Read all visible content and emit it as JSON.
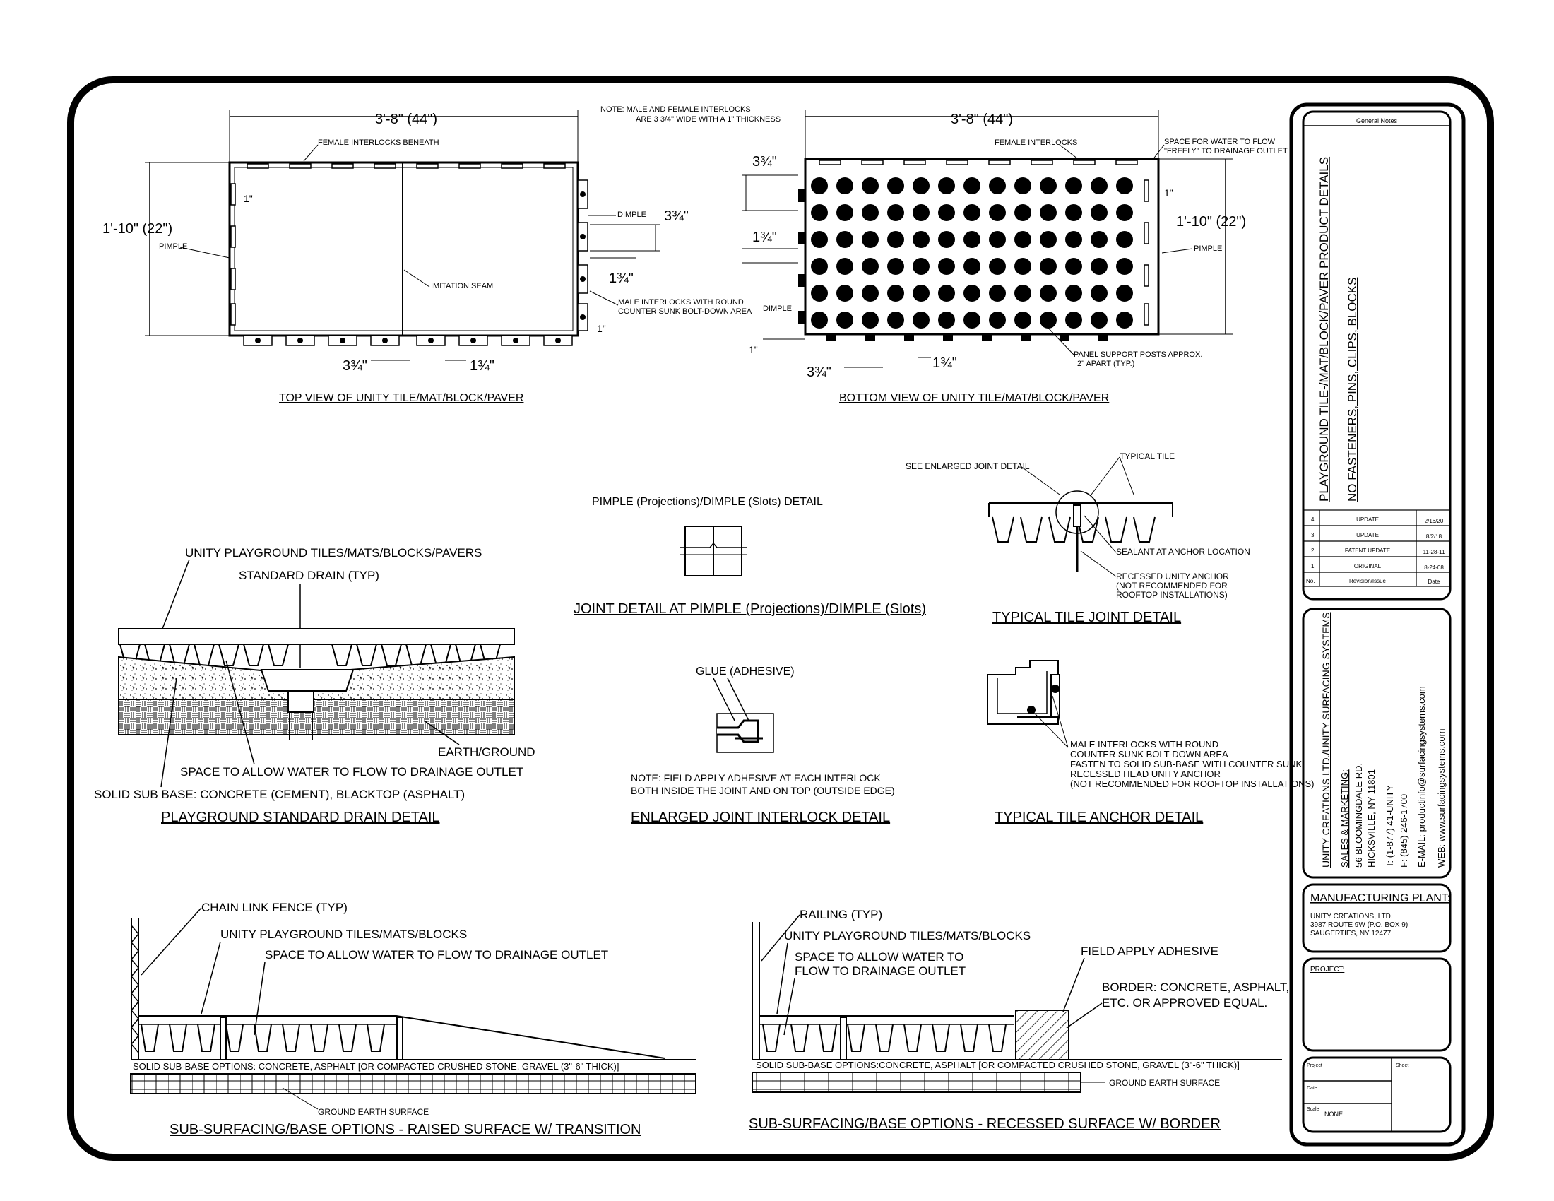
{
  "top_view": {
    "dim_width": "3'-8\" (44\")",
    "dim_height": "1'-10\" (22\")",
    "note1": "NOTE: MALE AND FEMALE INTERLOCKS",
    "note2": "ARE 3 3/4\" WIDE WITH A 1\" THICKNESS",
    "female": "FEMALE INTERLOCKS BENEATH",
    "pimple": "PIMPLE",
    "dimple": "DIMPLE",
    "imitation": "IMITATION SEAM",
    "male1": "MALE INTERLOCKS WITH ROUND",
    "male2": "COUNTER SUNK BOLT-DOWN AREA",
    "one_inch": "1\"",
    "three_q": "3¾\"",
    "one_q": "1¾\"",
    "title": "TOP VIEW OF UNITY TILE/MAT/BLOCK/PAVER"
  },
  "bottom_view": {
    "dim_width": "3'-8\" (44\")",
    "dim_height": "1'-10\" (22\")",
    "female": "FEMALE INTERLOCKS",
    "space1": "SPACE FOR WATER TO FLOW",
    "space2": "\"FREELY\" TO DRAINAGE OUTLET",
    "pimple": "PIMPLE",
    "dimple": "DIMPLE",
    "posts1": "PANEL SUPPORT POSTS APPROX.",
    "posts2": "2\" APART (TYP.)",
    "one_inch": "1\"",
    "three_q": "3¾\"",
    "one_q": "1¾\"",
    "title": "BOTTOM VIEW OF UNITY TILE/MAT/BLOCK/PAVER"
  },
  "joint_detail": {
    "label": "PIMPLE (Projections)/DIMPLE (Slots) DETAIL",
    "title": "JOINT DETAIL AT PIMPLE (Projections)/DIMPLE (Slots)"
  },
  "typical_joint": {
    "see": "SEE ENLARGED JOINT DETAIL",
    "tile": "TYPICAL TILE",
    "sealant": "SEALANT AT ANCHOR LOCATION",
    "recessed1": "RECESSED UNITY ANCHOR",
    "recessed2": "(NOT RECOMMENDED FOR",
    "recessed3": "ROOFTOP INSTALLATIONS)",
    "title": "TYPICAL TILE JOINT DETAIL"
  },
  "drain_detail": {
    "tiles": "UNITY PLAYGROUND TILES/MATS/BLOCKS/PAVERS",
    "drain": "STANDARD DRAIN (TYP)",
    "earth": "EARTH/GROUND",
    "space": "SPACE TO ALLOW WATER TO FLOW TO DRAINAGE OUTLET",
    "solid": "SOLID SUB BASE: CONCRETE (CEMENT), BLACKTOP (ASPHALT)",
    "title": "PLAYGROUND STANDARD DRAIN DETAIL"
  },
  "interlock_detail": {
    "glue": "GLUE (ADHESIVE)",
    "note1": "NOTE: FIELD APPLY ADHESIVE AT EACH INTERLOCK",
    "note2": "BOTH INSIDE THE JOINT AND ON TOP (OUTSIDE EDGE)",
    "title": "ENLARGED JOINT INTERLOCK DETAIL"
  },
  "anchor_detail": {
    "l1": "MALE INTERLOCKS WITH ROUND",
    "l2": "COUNTER SUNK BOLT-DOWN AREA",
    "l3": "FASTEN TO SOLID SUB-BASE WITH COUNTER SUNK",
    "l4": "RECESSED HEAD UNITY ANCHOR",
    "l5": "(NOT RECOMMENDED FOR ROOFTOP INSTALLATIONS)",
    "title": "TYPICAL TILE ANCHOR DETAIL"
  },
  "raised": {
    "fence": "CHAIN LINK FENCE (TYP)",
    "tiles": "UNITY PLAYGROUND TILES/MATS/BLOCKS",
    "space": "SPACE TO ALLOW WATER TO FLOW TO DRAINAGE OUTLET",
    "solid": "SOLID SUB-BASE OPTIONS: CONCRETE, ASPHALT [OR COMPACTED CRUSHED STONE, GRAVEL (3\"-6\" THICK)]",
    "ground": "GROUND EARTH SURFACE",
    "title": "SUB-SURFACING/BASE OPTIONS - RAISED SURFACE W/ TRANSITION"
  },
  "recessed": {
    "railing": "RAILING (TYP)",
    "tiles": "UNITY PLAYGROUND TILES/MATS/BLOCKS",
    "space1": "SPACE TO ALLOW WATER TO",
    "space2": "FLOW TO DRAINAGE OUTLET",
    "adhesive": "FIELD APPLY ADHESIVE",
    "border1": "BORDER: CONCRETE, ASPHALT,",
    "border2": "ETC. OR APPROVED EQUAL.",
    "solid": "SOLID SUB-BASE OPTIONS:CONCRETE, ASPHALT [OR COMPACTED CRUSHED STONE, GRAVEL (3\"-6\" THICK)]",
    "ground": "GROUND EARTH SURFACE",
    "title": "SUB-SURFACING/BASE OPTIONS - RECESSED SURFACE W/ BORDER"
  },
  "title_block": {
    "general_notes": "General Notes",
    "drawing_title1": "PLAYGROUND TILE-/MAT/BLOCK/PAVER PRODUCT DETAILS",
    "drawing_title2": "NO FASTENERS, PINS, CLIPS, BLOCKS",
    "revisions": [
      {
        "no": "4",
        "issue": "UPDATE",
        "date": "2/16/20"
      },
      {
        "no": "3",
        "issue": "UPDATE",
        "date": "8/2/18"
      },
      {
        "no": "2",
        "issue": "PATENT UPDATE",
        "date": "11-28-11"
      },
      {
        "no": "1",
        "issue": "ORIGINAL",
        "date": "8-24-08"
      }
    ],
    "rev_hdr_no": "No.",
    "rev_hdr_issue": "Revision/Issue",
    "rev_hdr_date": "Date",
    "company": "UNITY CREATIONS LTD./UNITY SURFACING SYSTEMS",
    "sales": "SALES & MARKETING:",
    "addr1": "56 BLOOMINGDALE RD.",
    "addr2": "HICKSVILLE, NY 11801",
    "phone": "T: (1-877) 41-UNITY",
    "fax": "F: (845) 246-1700",
    "email": "E-MAIL: productinfo@surfacingsystems.com",
    "web": "WEB: www.surfacingsystems.com",
    "plant": "MANUFACTURING PLANT:",
    "plant1": "UNITY CREATIONS, LTD.",
    "plant2": "3987 ROUTE 9W (P.O. BOX 9)",
    "plant3": "SAUGERTIES, NY 12477",
    "project": "PROJECT:",
    "proj_label": "Project",
    "sheet_label": "Sheet",
    "date_label": "Date",
    "scale_label": "Scale",
    "scale_value": "NONE"
  }
}
